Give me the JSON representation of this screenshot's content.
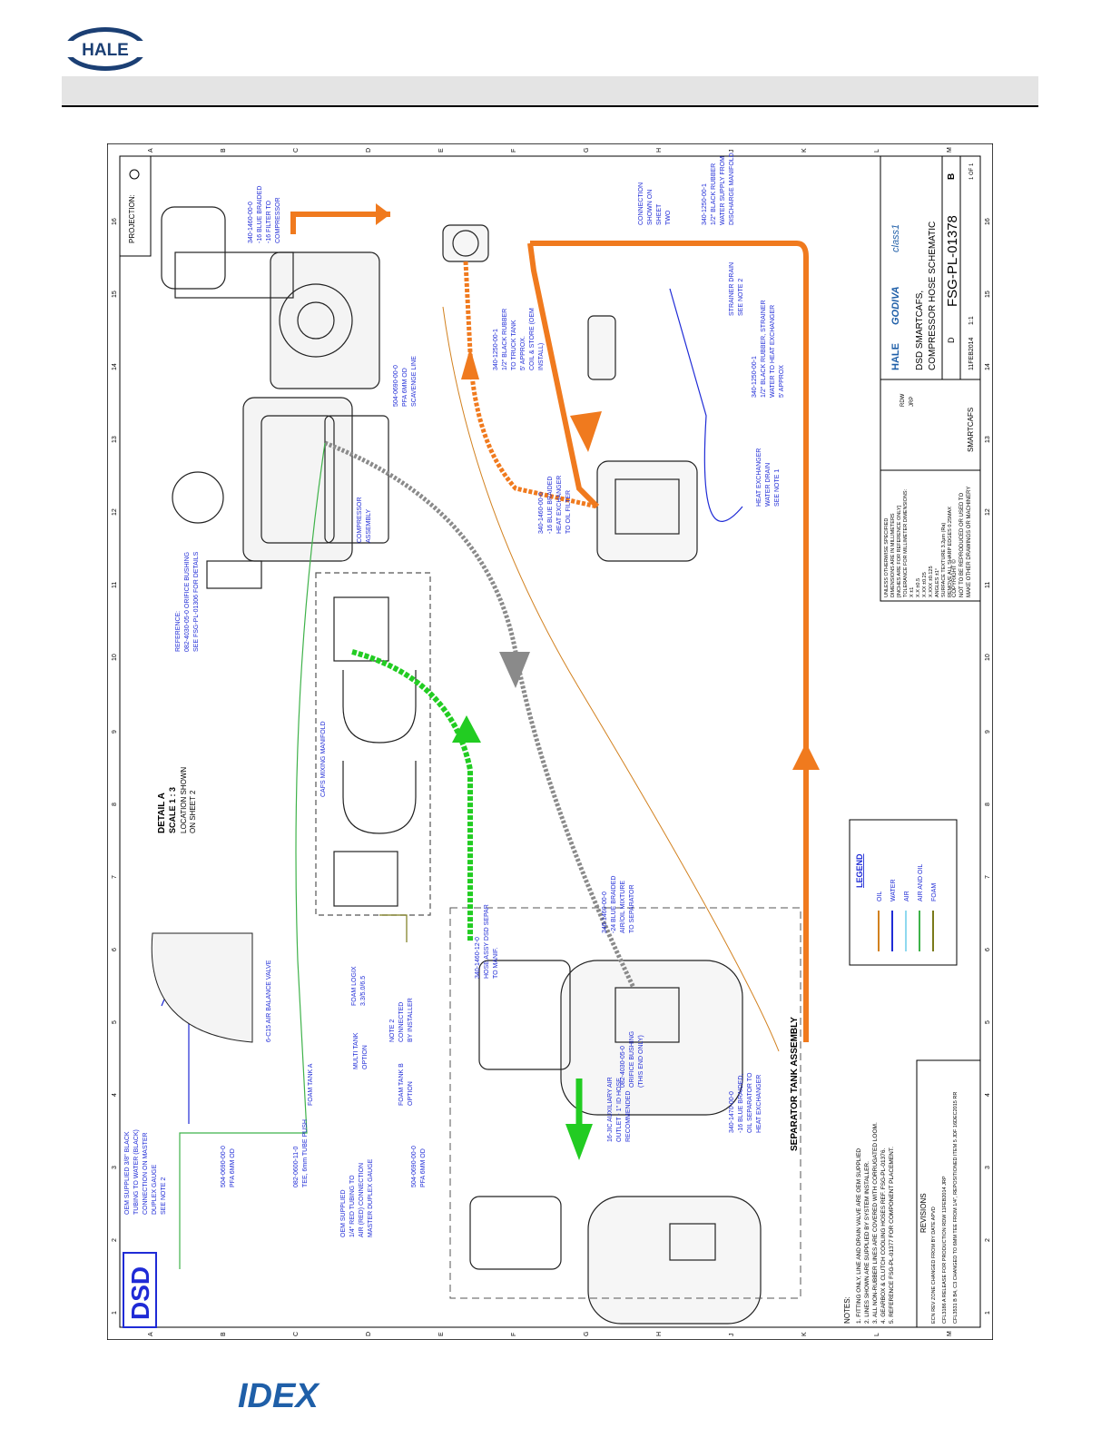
{
  "header": {
    "logo_text": "HALE",
    "footer_logo_text": "IDEX"
  },
  "drawing": {
    "stamp": "DSD",
    "projection_label": "PROJECTION:",
    "grid_columns": [
      "1",
      "2",
      "3",
      "4",
      "5",
      "6",
      "7",
      "8",
      "9",
      "10",
      "11",
      "12",
      "13",
      "14",
      "15",
      "16"
    ],
    "grid_rows": [
      "A",
      "B",
      "C",
      "D",
      "E",
      "F",
      "G",
      "H",
      "J",
      "K",
      "L",
      "M"
    ],
    "detail": {
      "title": "DETAIL A",
      "scale": "SCALE 1 : 3",
      "location": "LOCATION SHOWN",
      "location2": "ON SHEET 2"
    },
    "callouts": {
      "compressor_hose": [
        "340-1460-00-0",
        "-16 BLUE BRAIDED",
        "-16 FILTER TO",
        "COMPRESSOR"
      ],
      "compressor_assembly": [
        "COMPRESSOR",
        "ASSEMBLY"
      ],
      "scavenge": [
        "504-0690-00-0",
        "PFA 6MM OD",
        "SCAVENGE LINE"
      ],
      "reference": [
        "REFERENCE:",
        "082-4030-05-0 ORIFICE BUSHING",
        "SEE FSG-PL-01306 FOR DETAILS"
      ],
      "heat_exchanger_hose": [
        "340-1460-00-0",
        "-16 BLUE BRAIDED",
        "HEAT EXCHANGER",
        "TO OIL FILTER"
      ],
      "truck_tank": [
        "340-1250-00-1",
        "1/2\" BLACK RUBBER",
        "TO TRUCK TANK",
        "5' APPROX.",
        "COIL & STORE (OEM",
        "INSTALL)"
      ],
      "strainer_water": [
        "340-1250-00-1",
        "1/2\" BLACK RUBBER, STRAINER",
        "WATER TO HEAT EXCHANGER",
        "5' APPROX"
      ],
      "strainer_drain": [
        "STRAINER DRAIN",
        "SEE NOTE 2"
      ],
      "connection_sheet2": [
        "CONNECTION",
        "SHOWN ON",
        "SHEET",
        "TWO"
      ],
      "water_supply": [
        "340-1250-00-1",
        "1/2\" BLACK RUBBER",
        "WATER SUPPLY FROM",
        "DISCHARGE MANIFOLD"
      ],
      "heat_exchanger_drain": [
        "HEAT EXCHANGER",
        "WATER DRAIN",
        "SEE NOTE 1"
      ],
      "cafs_manifold": "CAFS MIXING MANIFOLD",
      "hose_assy": [
        "340-1460-12-0",
        "HOSE ASSY DSD SEPAR",
        "TO MANIF."
      ],
      "air_oil_mixture": [
        "340-1460-00-0",
        "-24 BLUE BRAIDED",
        "AIR/OIL MIXTURE",
        "TO SEPARATOR"
      ],
      "air_balance_valve": "6-C15 AIR BALANCE VALVE",
      "oem_black": [
        "OEM SUPPLIED 3/8\" BLACK",
        "TUBING TO WATER (BLACK)",
        "CONNECTION ON MASTER",
        "DUPLEX GAUGE",
        "SEE NOTE 2"
      ],
      "pfa_1": [
        "504-0690-00-0",
        "PFA 6MM OD"
      ],
      "tee": [
        "082-0600-11-0",
        "TEE, 6mm TUBE PUSH"
      ],
      "oem_red": [
        "OEM SUPPLIED",
        "1/4\" RED TUBING TO",
        "AIR (RED) CONNECTION",
        "MASTER DUPLEX GAUGE"
      ],
      "pfa_2": [
        "504-0690-00-0",
        "PFA 6MM OD"
      ],
      "foam_tank_a": "FOAM TANK A",
      "foam_tank_b": [
        "FOAM TANK B",
        "OPTION"
      ],
      "multi_tank": [
        "MULTI TANK",
        "OPTION"
      ],
      "foam_logix": [
        "FOAM LOGIX",
        "3.3/5.0/6.5"
      ],
      "note2_installer": [
        "NOTE 2",
        "CONNECTED",
        "BY INSTALLER"
      ],
      "aux_air": [
        "16-JIC AUXILIARY AIR",
        "OUTLET - 1\" ID HOSE",
        "RECOMMENDED"
      ],
      "orifice": [
        "082-4030-05-0",
        "ORIFICE BUSHING",
        "(THIS END ONLY)"
      ],
      "separator_hose": [
        "340-1470-00-0",
        "-16 BLUE BRAIDED,",
        "OIL SEPARATOR TO",
        "HEAT EXCHANGER"
      ],
      "separator_tank": "SEPARATOR TANK ASSEMBLY"
    },
    "legend": {
      "title": "LEGEND",
      "items": [
        {
          "label": "OIL",
          "color": "#d2811f"
        },
        {
          "label": "WATER",
          "color": "#1f2bd6"
        },
        {
          "label": "AIR",
          "color": "#8fd9ef"
        },
        {
          "label": "AIR AND OIL",
          "color": "#3fb24a"
        },
        {
          "label": "FOAM",
          "color": "#7a7a1a"
        }
      ]
    },
    "notes": {
      "title": "NOTES:",
      "items": [
        "1. FITTING ONLY, LINE AND DRAIN VALVE ARE OEM SUPPLIED",
        "2. LINES SHOWN ARE SUPPLIED BY SYSTEM INSTALLER.",
        "3. ALL NON-RUBBER LINES ARE COVERED WITH CORRUGATED LOOM.",
        "4. GEARBOX & CLUTCH COOLING HOSES REF. FSG-PL-01376.",
        "5. REFERENCE FSG-PL-01377 FOR COMPONENT PLACEMENT."
      ]
    },
    "revisions": {
      "title": "REVISIONS",
      "headers": [
        "ECN",
        "REV",
        "ZONE",
        "CHANGED FROM",
        "BY",
        "DATE",
        "APVD"
      ],
      "rows": [
        [
          "CFL3186",
          "A",
          "",
          "RELEASE FOR PRODUCTION",
          "RDW",
          "11FEB2014",
          "JRP"
        ],
        [
          "CFL3531",
          "B",
          "B4, C3",
          "CHANGED TO 6MM TEE FROM 1/4\", REPOSITIONED ITEM 5",
          "JDF",
          "16DEC2015",
          "RR"
        ]
      ]
    },
    "tolerance": [
      "UNLESS OTHERWISE SPECIFIED",
      "DIMENSIONS ARE IN MILLIMETERS",
      "[INCHES ARE FOR REFERENCE ONLY]",
      "TOLERANCE FOR MILLIMETER DIMENSIONS:",
      "X ±1",
      "X.X ±0.5",
      "X.XX ±0.25",
      "X.XXX ±0.125",
      "ANGLES ±1°",
      "SURFACE TEXTURE 3.2μm (Ra)",
      "REMOVE ALL SHARP EDGES 0.25MAX"
    ],
    "copyright": [
      "COPYRIGHT ©",
      "NOT TO BE REPRODUCED OR USED TO",
      "MAKE OTHER DRAWINGS OR MACHINERY"
    ],
    "title_block": {
      "title_lines": [
        "DSD SMARTCAFS,",
        "COMPRESSOR HOSE SCHEMATIC"
      ],
      "drawing_number": "FSG-PL-01378",
      "size": "D",
      "rev": "B",
      "sheet": "1 OF 1",
      "scale": "1:1",
      "project": "SMARTCAFS",
      "date": "11FEB2014",
      "drawn": "RDW",
      "approved": "JRP",
      "brands": [
        "HALE",
        "GODIVA",
        "class1"
      ]
    }
  }
}
